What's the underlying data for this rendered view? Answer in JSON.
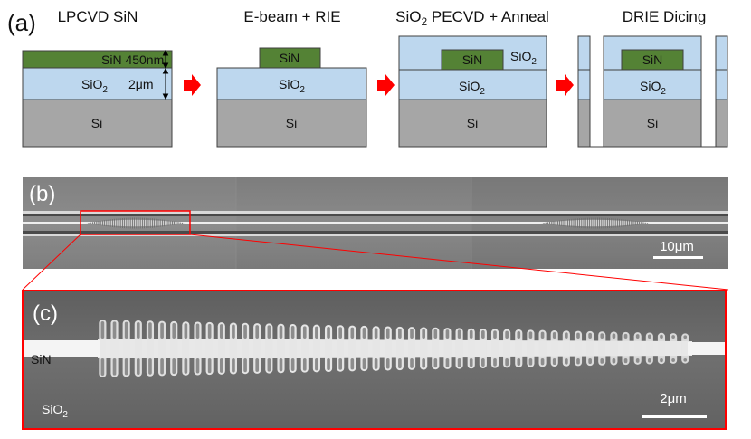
{
  "panel_a": {
    "tag": "(a)",
    "colors": {
      "sin": "#548235",
      "sio2": "#bdd7ee",
      "si": "#a6a6a6",
      "arrow": "#ff0000",
      "outline": "#404040"
    },
    "steps": [
      {
        "title": "LPCVD SiN",
        "layers": {
          "sin": "SiN",
          "sin_thickness": "450nm",
          "sio2": "SiO",
          "sio2_sub": "2",
          "sio2_thickness": "2",
          "sio2_unit": "μm",
          "si": "Si"
        }
      },
      {
        "title": "E-beam + RIE",
        "layers": {
          "sin": "SiN",
          "sio2": "SiO",
          "sio2_sub": "2",
          "si": "Si"
        }
      },
      {
        "title_prefix": "SiO",
        "title_sub": "2",
        "title_suffix": " PECVD + Anneal",
        "layers": {
          "sin": "SiN",
          "clad": "SiO",
          "clad_sub": "2",
          "sio2": "SiO",
          "sio2_sub": "2",
          "si": "Si"
        }
      },
      {
        "title": "DRIE Dicing",
        "layers": {
          "sin": "SiN",
          "sio2": "SiO",
          "sio2_sub": "2",
          "si": "Si"
        }
      }
    ],
    "arrow_icon": "arrow-right-icon"
  },
  "panel_b": {
    "tag": "(b)",
    "scale_value": "10",
    "scale_unit": "μm",
    "highlight_color": "#ff0000"
  },
  "panel_c": {
    "tag": "(c)",
    "label_sin": "SiN",
    "label_sio2": "SiO",
    "label_sio2_sub": "2",
    "scale_value": "2",
    "scale_unit": "μm",
    "border_color": "#ff0000"
  }
}
